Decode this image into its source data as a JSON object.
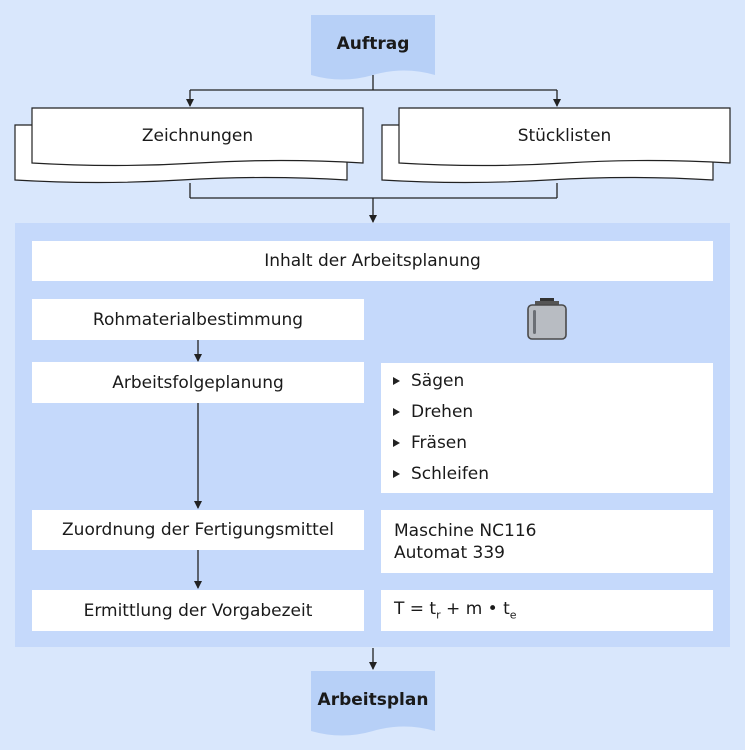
{
  "nodes": {
    "start": "Auftrag",
    "drawings": "Zeichnungen",
    "parts_lists": "Stücklisten",
    "end": "Arbeitsplan"
  },
  "panel": {
    "title": "Inhalt der Arbeitsplanung",
    "steps": [
      "Rohmaterialbestimmung",
      "Arbeitsfolgeplanung",
      "Zuordnung der Fertigungsmittel",
      "Ermittlung der Vorgabezeit"
    ],
    "operations": [
      "Sägen",
      "Drehen",
      "Fräsen",
      "Schleifen"
    ],
    "machines": [
      "Maschine NC116",
      "Automat 339"
    ],
    "formula": {
      "lhs": "T = t",
      "sub1": "r",
      "mid": " + m • t",
      "sub2": "e"
    },
    "material_icon": "material-block-icon"
  },
  "colors": {
    "background": "#d9e7fc",
    "panel": "#c5d9fb",
    "terminal": "#b7d0f7",
    "box": "#ffffff",
    "line": "#222222"
  }
}
